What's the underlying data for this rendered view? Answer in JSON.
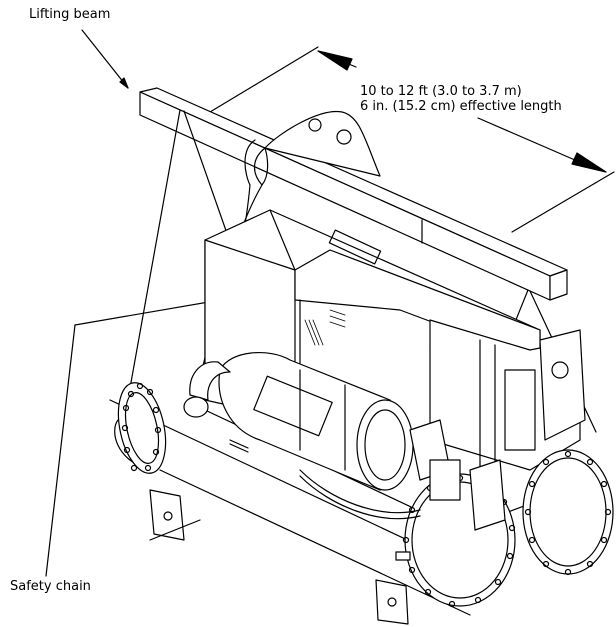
{
  "labels": {
    "lifting_beam": "Lifting beam",
    "dimension_line1": "10 to 12 ft (3.0 to 3.7 m)",
    "dimension_line2": "6 in. (15.2 cm) effective length",
    "safety_chain": "Safety chain"
  }
}
